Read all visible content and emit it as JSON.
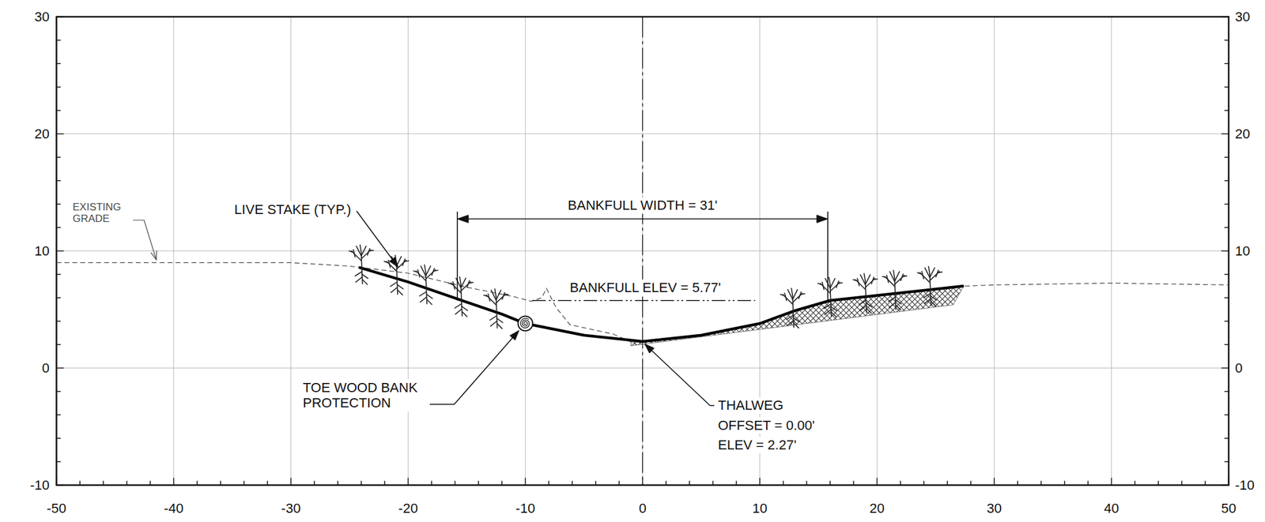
{
  "diagram": {
    "labels": [
      "EXISTING GRADE",
      "LIVE STAKE (TYP.)",
      "BANKFULL WIDTH = 31'",
      "BANKFULL ELEV = 5.77'",
      "TOE WOOD BANK PROTECTION",
      "THALWEG",
      "OFFSET = 0.00'",
      "ELEV = 2.27'",
      "30",
      "20",
      "10",
      "0",
      "-10",
      "30",
      "20",
      "10",
      "0",
      "-10",
      "-50",
      "-40",
      "-30",
      "-20",
      "-10",
      "0",
      "10",
      "20",
      "30",
      "40",
      "50"
    ]
  }
}
